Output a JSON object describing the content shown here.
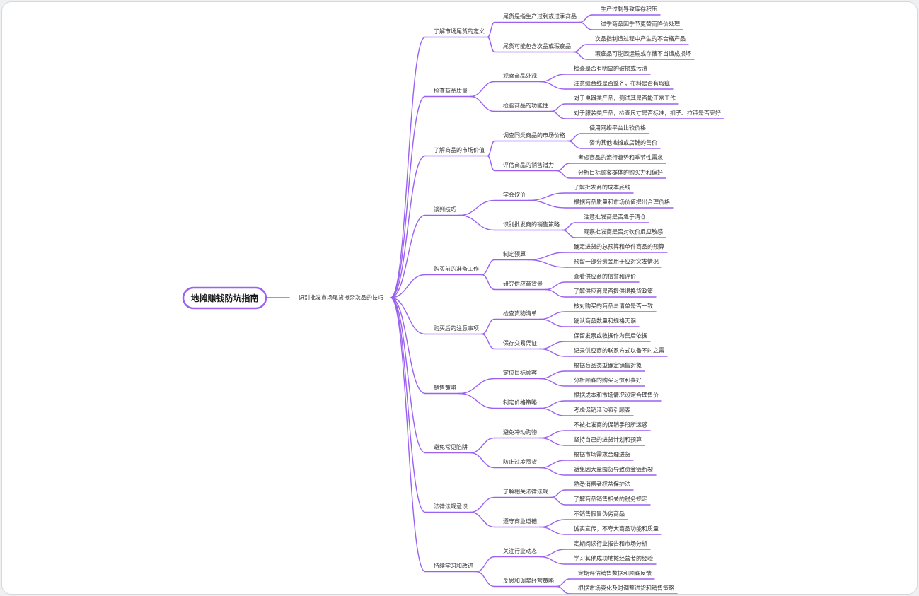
{
  "colors": {
    "accent": "#9b61f0",
    "background": "#ffffff",
    "text": "#333333"
  },
  "mindmap": {
    "root": "地摊赚钱防坑指南",
    "topic": "识别批发市场尾货掺杂次品的技巧",
    "branches": [
      {
        "label": "了解市场尾货的定义",
        "children": [
          {
            "label": "尾货是指生产过剩或过季商品",
            "children": [
              "生产过剩导致库存积压",
              "过季商品因季节更替而降价处理"
            ]
          },
          {
            "label": "尾货可能包含次品或瑕疵品",
            "children": [
              "次品指制造过程中产生的不合格产品",
              "瑕疵品可能因运输或存储不当造成损坏"
            ]
          }
        ]
      },
      {
        "label": "检查商品质量",
        "children": [
          {
            "label": "观察商品外观",
            "children": [
              "检查是否有明显的破损或污渍",
              "注意缝合线是否整齐，布料是否有瑕疵"
            ]
          },
          {
            "label": "检验商品的功能性",
            "children": [
              "对于电器类产品，测试其是否能正常工作",
              "对于服装类产品，检查尺寸是否标准，扣子、拉链是否完好"
            ]
          }
        ]
      },
      {
        "label": "了解商品的市场价值",
        "children": [
          {
            "label": "调查同类商品的市场价格",
            "children": [
              "使用网络平台比较价格",
              "咨询其他地摊或店铺的售价"
            ]
          },
          {
            "label": "评估商品的销售潜力",
            "children": [
              "考虑商品的流行趋势和季节性需求",
              "分析目标顾客群体的购买力和偏好"
            ]
          }
        ]
      },
      {
        "label": "谈判技巧",
        "children": [
          {
            "label": "学会砍价",
            "children": [
              "了解批发商的成本底线",
              "根据商品质量和市场价值提出合理价格"
            ]
          },
          {
            "label": "识别批发商的销售策略",
            "children": [
              "注意批发商是否急于清仓",
              "观察批发商是否对砍价反应敏感"
            ]
          }
        ]
      },
      {
        "label": "购买前的准备工作",
        "children": [
          {
            "label": "制定预算",
            "children": [
              "确定进货的总预算和单件商品的预算",
              "预留一部分资金用于应对突发情况"
            ]
          },
          {
            "label": "研究供应商背景",
            "children": [
              "查看供应商的信誉和评价",
              "了解供应商是否提供退换货政策"
            ]
          }
        ]
      },
      {
        "label": "购买后的注意事项",
        "children": [
          {
            "label": "检查货物清单",
            "children": [
              "核对购买的商品与清单是否一致",
              "确认商品数量和规格无误"
            ]
          },
          {
            "label": "保存交易凭证",
            "children": [
              "保留发票或收据作为售后依据",
              "记录供应商的联系方式以备不时之需"
            ]
          }
        ]
      },
      {
        "label": "销售策略",
        "children": [
          {
            "label": "定位目标顾客",
            "children": [
              "根据商品类型确定销售对象",
              "分析顾客的购买习惯和喜好"
            ]
          },
          {
            "label": "制定价格策略",
            "children": [
              "根据成本和市场情况设定合理售价",
              "考虑促销活动吸引顾客"
            ]
          }
        ]
      },
      {
        "label": "避免常见陷阱",
        "children": [
          {
            "label": "避免冲动购物",
            "children": [
              "不被批发商的促销手段所迷惑",
              "坚持自己的进货计划和预算"
            ]
          },
          {
            "label": "防止过度囤货",
            "children": [
              "根据市场需求合理进货",
              "避免因大量囤货导致资金链断裂"
            ]
          }
        ]
      },
      {
        "label": "法律法规意识",
        "children": [
          {
            "label": "了解相关法律法规",
            "children": [
              "熟悉消费者权益保护法",
              "了解商品销售相关的税务规定"
            ]
          },
          {
            "label": "遵守商业道德",
            "children": [
              "不销售假冒伪劣商品",
              "诚实宣传，不夸大商品功能和质量"
            ]
          }
        ]
      },
      {
        "label": "持续学习和改进",
        "children": [
          {
            "label": "关注行业动态",
            "children": [
              "定期阅读行业报告和市场分析",
              "学习其他成功地摊经营者的经验"
            ]
          },
          {
            "label": "反思和调整经营策略",
            "children": [
              "定期评估销售数据和顾客反馈",
              "根据市场变化及时调整进货和销售策略"
            ]
          }
        ]
      }
    ]
  }
}
